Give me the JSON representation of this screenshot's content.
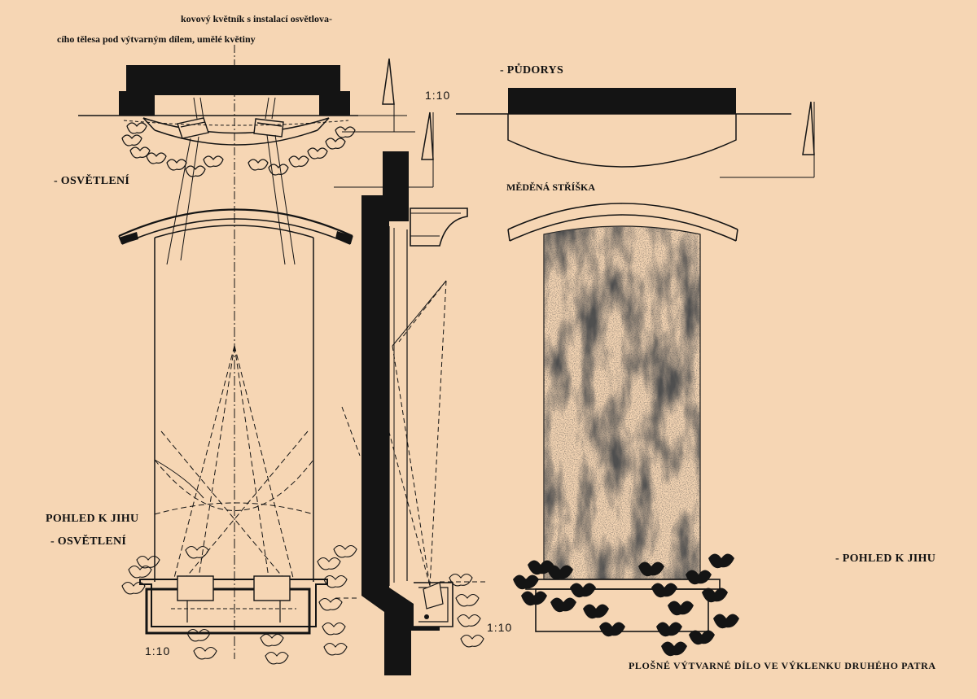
{
  "labels": {
    "note_line1": "kovový květník s instalací osvětlova-",
    "note_line2": "cího tělesa pod výtvarným dílem, umělé květiny",
    "lighting_top": "- OSVĚTLENÍ",
    "view_south_left": "POHLED K JIHU",
    "lighting_left": "- OSVĚTLENÍ",
    "plan": "- PŮDORYS",
    "copper_roof": "MĚDĚNÁ STŘÍŠKA",
    "view_south_right": "- POHLED K JIHU",
    "sheet_title": "PLOŠNÉ VÝTVARNÉ DÍLO VE VÝKLENKU DRUHÉHO PATRA"
  },
  "scales": {
    "top_center": "1:10",
    "bottom_left": "1:10",
    "bottom_center": "1:10"
  },
  "colors": {
    "paper": "#f6d6b4",
    "ink": "#141414"
  }
}
